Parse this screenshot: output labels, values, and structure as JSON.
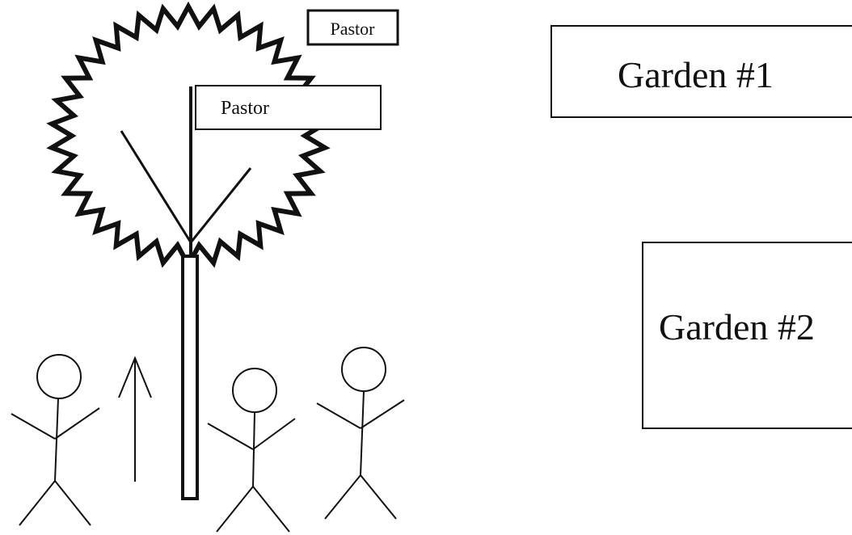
{
  "labels": {
    "sign_small": "Pastor",
    "sign_large": "Pastor",
    "garden_1": "Garden #1",
    "garden_2": "Garden #2"
  },
  "colors": {
    "ink": "#111111",
    "background": "#ffffff"
  }
}
